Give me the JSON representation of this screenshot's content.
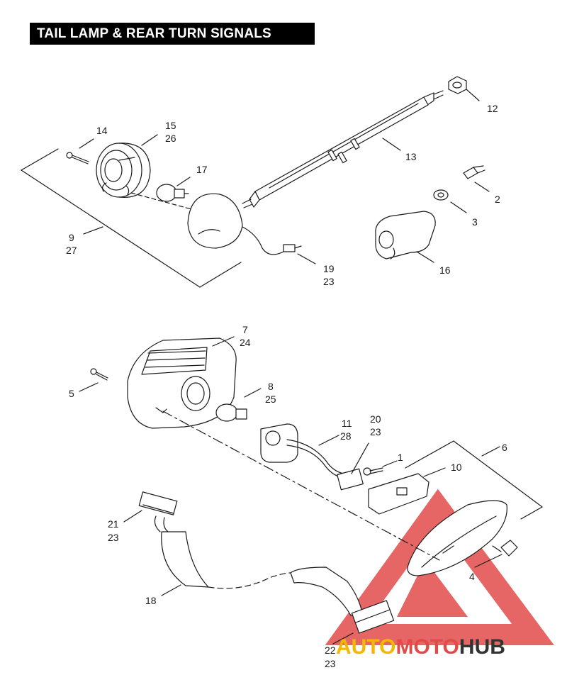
{
  "title": "TAIL LAMP & REAR TURN SIGNALS",
  "watermark": {
    "part1": "AUTO",
    "part2": "MOTO",
    "part3": "HUB",
    "color1": "#f5b700",
    "color2": "#e24a4a",
    "color3": "#333333"
  },
  "colors": {
    "line": "#1a1a1a",
    "watermark_triangle": "#e24a4a"
  },
  "callouts": {
    "c12": "12",
    "c13": "13",
    "c14": "14",
    "c15": "15",
    "c26": "26",
    "c17": "17",
    "c2": "2",
    "c3": "3",
    "c9": "9",
    "c27": "27",
    "c19": "19",
    "c23a": "23",
    "c16": "16",
    "c7": "7",
    "c24": "24",
    "c5": "5",
    "c8": "8",
    "c25": "25",
    "c11": "11",
    "c28": "28",
    "c20": "20",
    "c23b": "23",
    "c1": "1",
    "c6": "6",
    "c10": "10",
    "c21": "21",
    "c23c": "23",
    "c4": "4",
    "c18": "18",
    "c22": "22",
    "c23d": "23"
  }
}
